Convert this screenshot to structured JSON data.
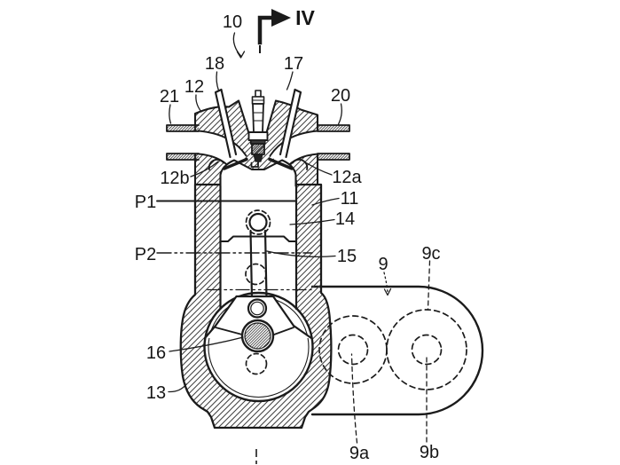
{
  "figure": {
    "labels": {
      "n10": "10",
      "nIV": "IV",
      "n18": "18",
      "n17": "17",
      "n21": "21",
      "n12": "12",
      "n20": "20",
      "n12b": "12b",
      "n12a": "12a",
      "nP1": "P1",
      "n11": "11",
      "n14": "14",
      "nP2": "P2",
      "n15": "15",
      "n9": "9",
      "n9c": "9c",
      "n16": "16",
      "n13": "13",
      "n9a": "9a",
      "n9b": "9b"
    },
    "colors": {
      "line": "#1b1b1b",
      "background": "#ffffff"
    }
  }
}
